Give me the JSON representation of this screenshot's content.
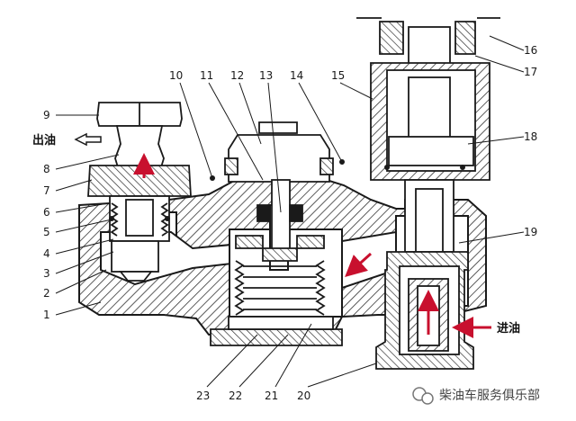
{
  "labels": {
    "n1": "1",
    "n2": "2",
    "n3": "3",
    "n4": "4",
    "n5": "5",
    "n6": "6",
    "n7": "7",
    "n8": "8",
    "n9": "9",
    "n10": "10",
    "n11": "11",
    "n12": "12",
    "n13": "13",
    "n14": "14",
    "n15": "15",
    "n16": "16",
    "n17": "17",
    "n18": "18",
    "n19": "19",
    "n20": "20",
    "n21": "21",
    "n22": "22",
    "n23": "23"
  },
  "flow": {
    "outlet": "出油",
    "inlet": "进油"
  },
  "watermark": {
    "text": "柴油车服务俱乐部"
  },
  "colors": {
    "ink": "#1a1a1a",
    "arrow": "#c8102e",
    "hatch": "#333333",
    "paper": "#ffffff"
  }
}
